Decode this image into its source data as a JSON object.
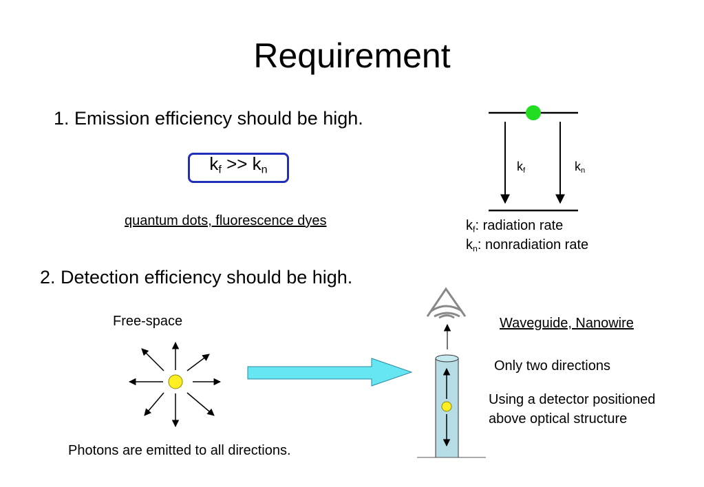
{
  "slide": {
    "title": "Requirement",
    "point1": "1. Emission efficiency should be high.",
    "formula": {
      "k": "k",
      "sub_f": "f",
      "op": " >> ",
      "sub_n": "n"
    },
    "examples": "quantum dots, fluorescence dyes",
    "diagram": {
      "kf_label": {
        "k": "k",
        "sub": "f"
      },
      "kn_label": {
        "k": "k",
        "sub": "n"
      },
      "legend_kf": {
        "k": "k",
        "sub": "f",
        "text": ": radiation rate"
      },
      "legend_kn": {
        "k": "k",
        "sub": "n",
        "text": ": nonradiation rate"
      }
    },
    "point2": "2. Detection efficiency should be high.",
    "free_space_label": "Free-space",
    "photons_caption": "Photons are emitted to all directions.",
    "waveguide_label": "Waveguide, Nanowire",
    "two_directions": "Only two directions",
    "detector_line1": "Using a detector positioned",
    "detector_line2": "above optical structure"
  },
  "colors": {
    "box_border": "#1f2fb8",
    "green_dot": "#22dd22",
    "yellow_dot": "#ffee22",
    "cyan_arrow": "#66e6f0",
    "waveguide_fill": "#b6dde6"
  }
}
